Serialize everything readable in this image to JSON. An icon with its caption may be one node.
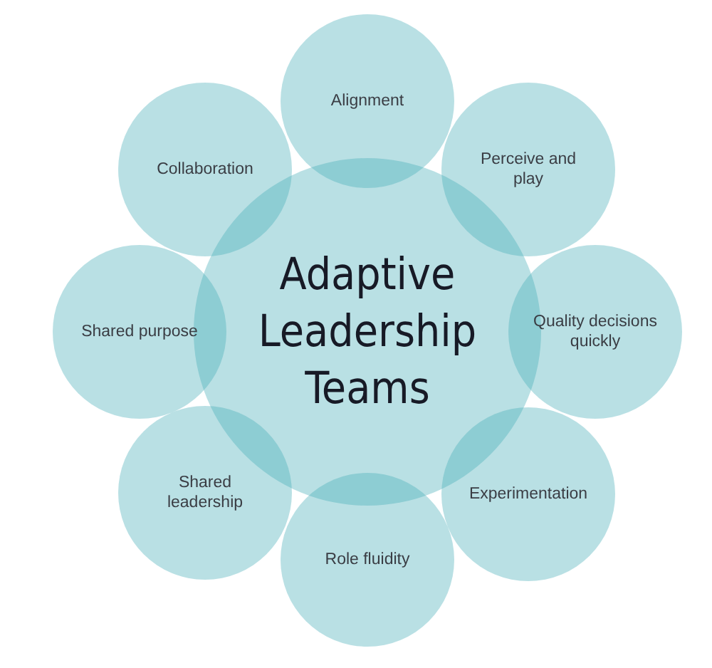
{
  "diagram": {
    "nodes": [
      {
        "text": [
          "Adaptive Leadership Teams"
        ]
      },
      {
        "text": [
          "Alignment"
        ]
      },
      {
        "text": [
          "Perceive and play"
        ]
      },
      {
        "text": [
          "Quality decisions quickly"
        ]
      },
      {
        "text": [
          "Experimentation"
        ]
      },
      {
        "text": [
          "Role fluidity"
        ]
      },
      {
        "text": [
          "Shared leadership"
        ]
      },
      {
        "text": [
          "Shared purpose"
        ]
      },
      {
        "text": [
          "Collaboration"
        ]
      }
    ]
  }
}
